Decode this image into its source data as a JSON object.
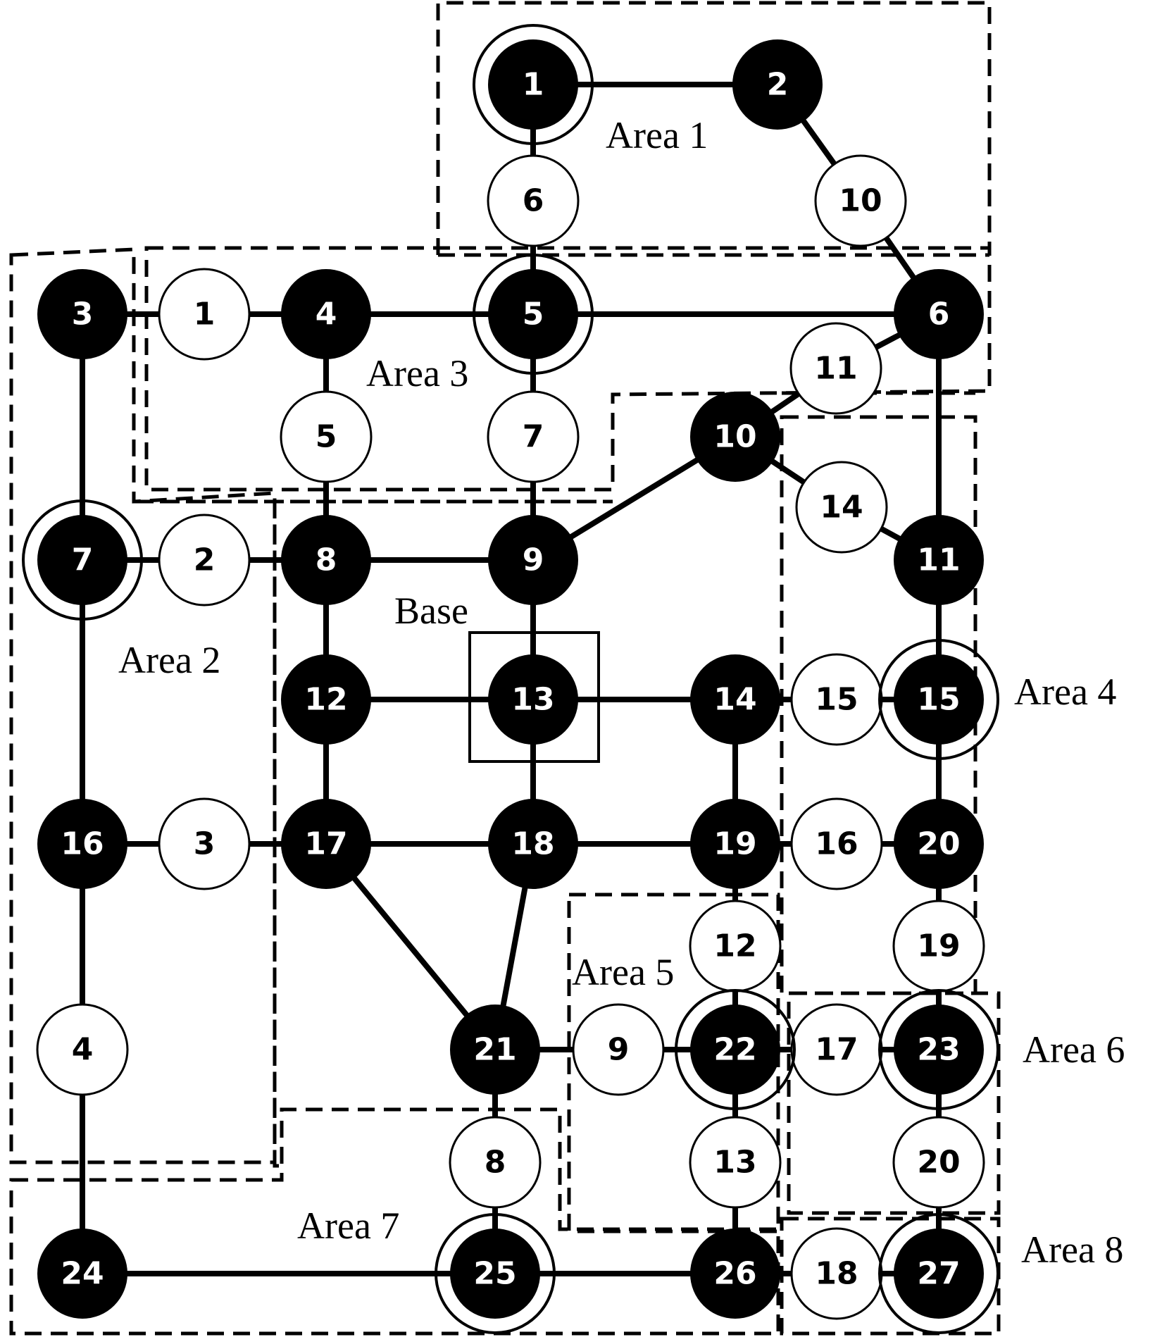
{
  "areas": [
    {
      "id": "area1",
      "label": "Area 1"
    },
    {
      "id": "area2",
      "label": "Area 2"
    },
    {
      "id": "area3",
      "label": "Area 3"
    },
    {
      "id": "area4",
      "label": "Area 4"
    },
    {
      "id": "area5",
      "label": "Area 5"
    },
    {
      "id": "area6",
      "label": "Area 6"
    },
    {
      "id": "area7",
      "label": "Area 7"
    },
    {
      "id": "area8",
      "label": "Area 8"
    },
    {
      "id": "base",
      "label": "Base"
    }
  ],
  "black_nodes": [
    {
      "id": "B1",
      "label": "1",
      "ring": true
    },
    {
      "id": "B2",
      "label": "2",
      "ring": false
    },
    {
      "id": "B3",
      "label": "3",
      "ring": false
    },
    {
      "id": "B4",
      "label": "4",
      "ring": false
    },
    {
      "id": "B5",
      "label": "5",
      "ring": true
    },
    {
      "id": "B6",
      "label": "6",
      "ring": false
    },
    {
      "id": "B7",
      "label": "7",
      "ring": true
    },
    {
      "id": "B8",
      "label": "8",
      "ring": false
    },
    {
      "id": "B9",
      "label": "9",
      "ring": false
    },
    {
      "id": "B10",
      "label": "10",
      "ring": false
    },
    {
      "id": "B11",
      "label": "11",
      "ring": false
    },
    {
      "id": "B12",
      "label": "12",
      "ring": false
    },
    {
      "id": "B13",
      "label": "13",
      "ring": false
    },
    {
      "id": "B14",
      "label": "14",
      "ring": false
    },
    {
      "id": "B15",
      "label": "15",
      "ring": true
    },
    {
      "id": "B16",
      "label": "16",
      "ring": false
    },
    {
      "id": "B17",
      "label": "17",
      "ring": false
    },
    {
      "id": "B18",
      "label": "18",
      "ring": false
    },
    {
      "id": "B19",
      "label": "19",
      "ring": false
    },
    {
      "id": "B20",
      "label": "20",
      "ring": false
    },
    {
      "id": "B21",
      "label": "21",
      "ring": false
    },
    {
      "id": "B22",
      "label": "22",
      "ring": true
    },
    {
      "id": "B23",
      "label": "23",
      "ring": true
    },
    {
      "id": "B24",
      "label": "24",
      "ring": false
    },
    {
      "id": "B25",
      "label": "25",
      "ring": true
    },
    {
      "id": "B26",
      "label": "26",
      "ring": false
    },
    {
      "id": "B27",
      "label": "27",
      "ring": true
    }
  ],
  "white_nodes": [
    {
      "id": "W1",
      "label": "1"
    },
    {
      "id": "W2",
      "label": "2"
    },
    {
      "id": "W3",
      "label": "3"
    },
    {
      "id": "W4",
      "label": "4"
    },
    {
      "id": "W5",
      "label": "5"
    },
    {
      "id": "W6",
      "label": "6"
    },
    {
      "id": "W7",
      "label": "7"
    },
    {
      "id": "W8",
      "label": "8"
    },
    {
      "id": "W9",
      "label": "9"
    },
    {
      "id": "W10",
      "label": "10"
    },
    {
      "id": "W11",
      "label": "11"
    },
    {
      "id": "W12",
      "label": "12"
    },
    {
      "id": "W13",
      "label": "13"
    },
    {
      "id": "W14",
      "label": "14"
    },
    {
      "id": "W15",
      "label": "15"
    },
    {
      "id": "W16",
      "label": "16"
    },
    {
      "id": "W17",
      "label": "17"
    },
    {
      "id": "W18",
      "label": "18"
    },
    {
      "id": "W19",
      "label": "19"
    },
    {
      "id": "W20",
      "label": "20"
    }
  ],
  "edges": [
    [
      "B1",
      "B2"
    ],
    [
      "B1",
      "W6"
    ],
    [
      "W6",
      "B5"
    ],
    [
      "B2",
      "W10"
    ],
    [
      "W10",
      "B6"
    ],
    [
      "B3",
      "W1"
    ],
    [
      "W1",
      "B4"
    ],
    [
      "B4",
      "B5"
    ],
    [
      "B5",
      "B6"
    ],
    [
      "B4",
      "W5"
    ],
    [
      "W5",
      "B8"
    ],
    [
      "B5",
      "W7"
    ],
    [
      "W7",
      "B9"
    ],
    [
      "B6",
      "W11"
    ],
    [
      "W11",
      "B10"
    ],
    [
      "B6",
      "B11"
    ],
    [
      "B10",
      "W14"
    ],
    [
      "W14",
      "B11"
    ],
    [
      "B9",
      "B10"
    ],
    [
      "B3",
      "B7"
    ],
    [
      "B7",
      "W2"
    ],
    [
      "W2",
      "B8"
    ],
    [
      "B8",
      "B9"
    ],
    [
      "B8",
      "B12"
    ],
    [
      "B9",
      "B13"
    ],
    [
      "B12",
      "B13"
    ],
    [
      "B13",
      "B14"
    ],
    [
      "B14",
      "W15"
    ],
    [
      "W15",
      "B15"
    ],
    [
      "B11",
      "B15"
    ],
    [
      "B12",
      "B17"
    ],
    [
      "B13",
      "B18"
    ],
    [
      "B14",
      "B19"
    ],
    [
      "B15",
      "B20"
    ],
    [
      "B7",
      "B16"
    ],
    [
      "B16",
      "W3"
    ],
    [
      "W3",
      "B17"
    ],
    [
      "B17",
      "B18"
    ],
    [
      "B18",
      "B19"
    ],
    [
      "B19",
      "W16"
    ],
    [
      "W16",
      "B20"
    ],
    [
      "B17",
      "B21"
    ],
    [
      "B18",
      "B21"
    ],
    [
      "B19",
      "W12"
    ],
    [
      "W12",
      "B22"
    ],
    [
      "B20",
      "W19"
    ],
    [
      "W19",
      "B23"
    ],
    [
      "B16",
      "W4"
    ],
    [
      "W4",
      "B24"
    ],
    [
      "B21",
      "W9"
    ],
    [
      "W9",
      "B22"
    ],
    [
      "B22",
      "W17"
    ],
    [
      "W17",
      "B23"
    ],
    [
      "B21",
      "W8"
    ],
    [
      "W8",
      "B25"
    ],
    [
      "B22",
      "W13"
    ],
    [
      "W13",
      "B26"
    ],
    [
      "B23",
      "W20"
    ],
    [
      "W20",
      "B27"
    ],
    [
      "B24",
      "B25"
    ],
    [
      "B25",
      "B26"
    ],
    [
      "B26",
      "W18"
    ],
    [
      "W18",
      "B27"
    ]
  ]
}
